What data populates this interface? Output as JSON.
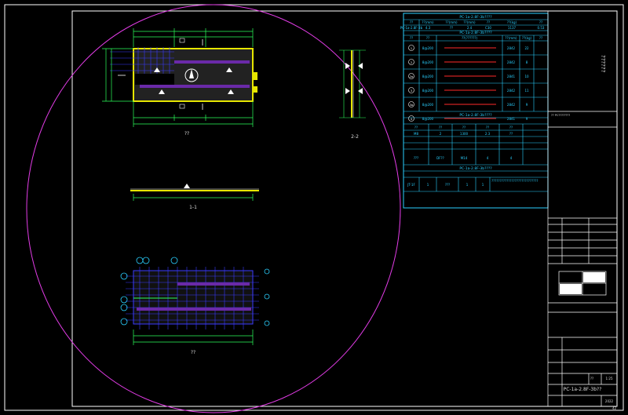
{
  "title_block": {
    "drawing_title": "PC-1a-2.8F-3b??",
    "sheet_no": "42",
    "scale_label": "??",
    "scale_value": "1:25",
    "vertical_logo": "??????",
    "small_note": "?? PC????????",
    "year": "2022"
  },
  "table": {
    "title_main": "PC-1a-2.8F-3b????",
    "headers": [
      "??",
      "??(mm)",
      "??(mm)",
      "??(mm)",
      "??",
      "??(kg)",
      "??"
    ],
    "summary_row": [
      "PC-1a-2.8F-3b",
      "4.3",
      "??",
      "2.4",
      "C30",
      "1137",
      "0.53"
    ],
    "rebar_title": "PC-1a-2.8F-3b????",
    "rebar_headers": [
      "??",
      "??",
      "??(??????)",
      "??(mm)",
      "??(kg)",
      "??"
    ],
    "rebar_rows": [
      {
        "no": "1",
        "spec": "8@200",
        "len": "2842",
        "qty": "22"
      },
      {
        "no": "2",
        "spec": "8@200",
        "len": "2842",
        "qty": "8"
      },
      {
        "no": "2a",
        "spec": "8@200",
        "len": "2841",
        "qty": "10"
      },
      {
        "no": "3",
        "spec": "8@200",
        "len": "2842",
        "qty": "11"
      },
      {
        "no": "3a",
        "spec": "8@200",
        "len": "2842",
        "qty": "9"
      },
      {
        "no": "4",
        "spec": "8@200",
        "len": "2841",
        "qty": "9"
      }
    ],
    "embed_title": "PC-1a-2.8F-3b????",
    "embed_headers": [
      "??",
      "??",
      "??",
      "??",
      "??"
    ],
    "embed_row": [
      "M8",
      "2",
      "1300",
      "2.3",
      "??"
    ],
    "lift_row": [
      "???",
      "DF??",
      "M14",
      "4",
      "4"
    ],
    "note_title": "PC-1a-2.8F-3b????",
    "note_row": [
      "JT-1F",
      "1",
      "???",
      "1",
      "1"
    ],
    "note_text": "????????????????????????????"
  },
  "views": {
    "plan_label": "??",
    "section_label": "1-1",
    "side_label": "2-2",
    "rebar_label": "??"
  },
  "colors": {
    "frame": "#ffffff",
    "cyan": "#2ad0ff",
    "green": "#2bff5a",
    "yellow": "#e6e600",
    "magenta": "#e23ce6",
    "red": "#ff2a2a",
    "blue": "#3a3aff"
  }
}
